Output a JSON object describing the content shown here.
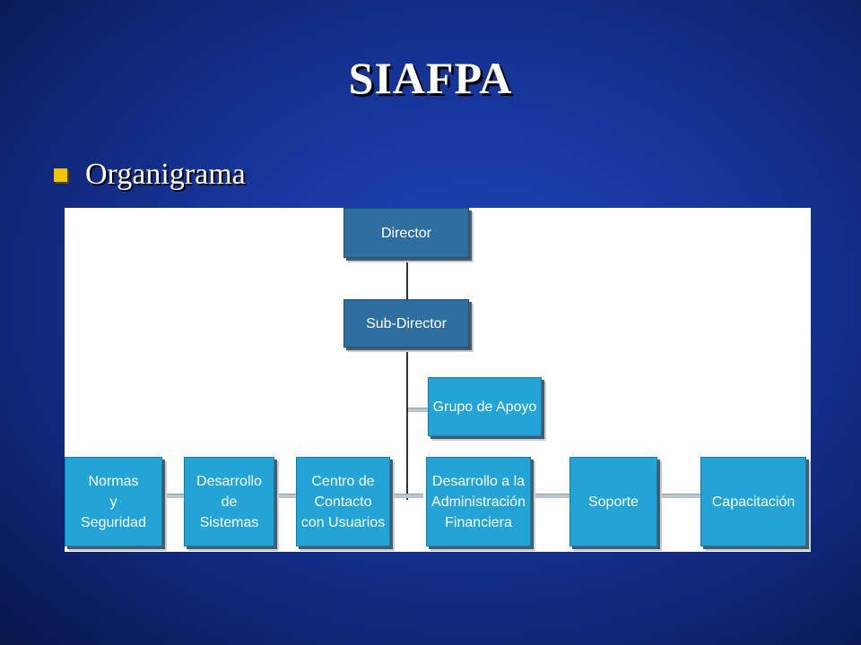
{
  "slide": {
    "title": "SIAFPA",
    "bullet": "Organigrama"
  },
  "colors": {
    "background": "#1838a0",
    "bullet": "#f2c500",
    "box_dark": "#2f6fa0",
    "box_light": "#22a4d6"
  },
  "org_chart": {
    "director": "Director",
    "sub_director": "Sub-Director",
    "grupo_apoyo": "Grupo de Apoyo",
    "normas": "Normas\ny\nSeguridad",
    "desarrollo_sistemas": "Desarrollo\nde\nSistemas",
    "centro_contacto": "Centro de\nContacto\ncon Usuarios",
    "desarrollo_admin": "Desarrollo a la\nAdministración\nFinanciera",
    "soporte": "Soporte",
    "capacitacion": "Capacitación"
  }
}
